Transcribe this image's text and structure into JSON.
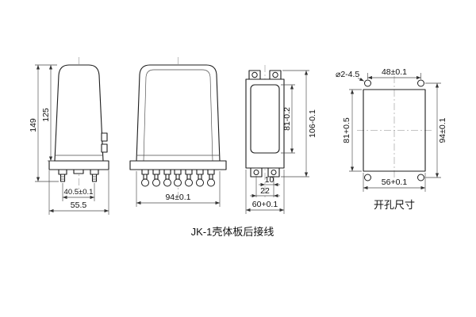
{
  "drawing": {
    "caption": "JK-1壳体板后接线",
    "side_view": {
      "height_total": "149",
      "height_body": "125",
      "stud_spacing": "40.5±0.1",
      "depth_total": "55.5"
    },
    "front_view": {
      "width": "94±0.1"
    },
    "rear_view": {
      "opening_height": "81-0.2",
      "overall_height": "106-0.1",
      "pin_offset": "10",
      "pin_spacing": "22",
      "width": "60+0.1"
    },
    "cutout_view": {
      "caption": "开孔尺寸",
      "drill_note": "⌀2-4.5",
      "hole_span_h": "48±0.1",
      "cutout_height": "81+0.5",
      "hole_span_v": "94±0.1",
      "cutout_width": "56+0.1"
    }
  }
}
